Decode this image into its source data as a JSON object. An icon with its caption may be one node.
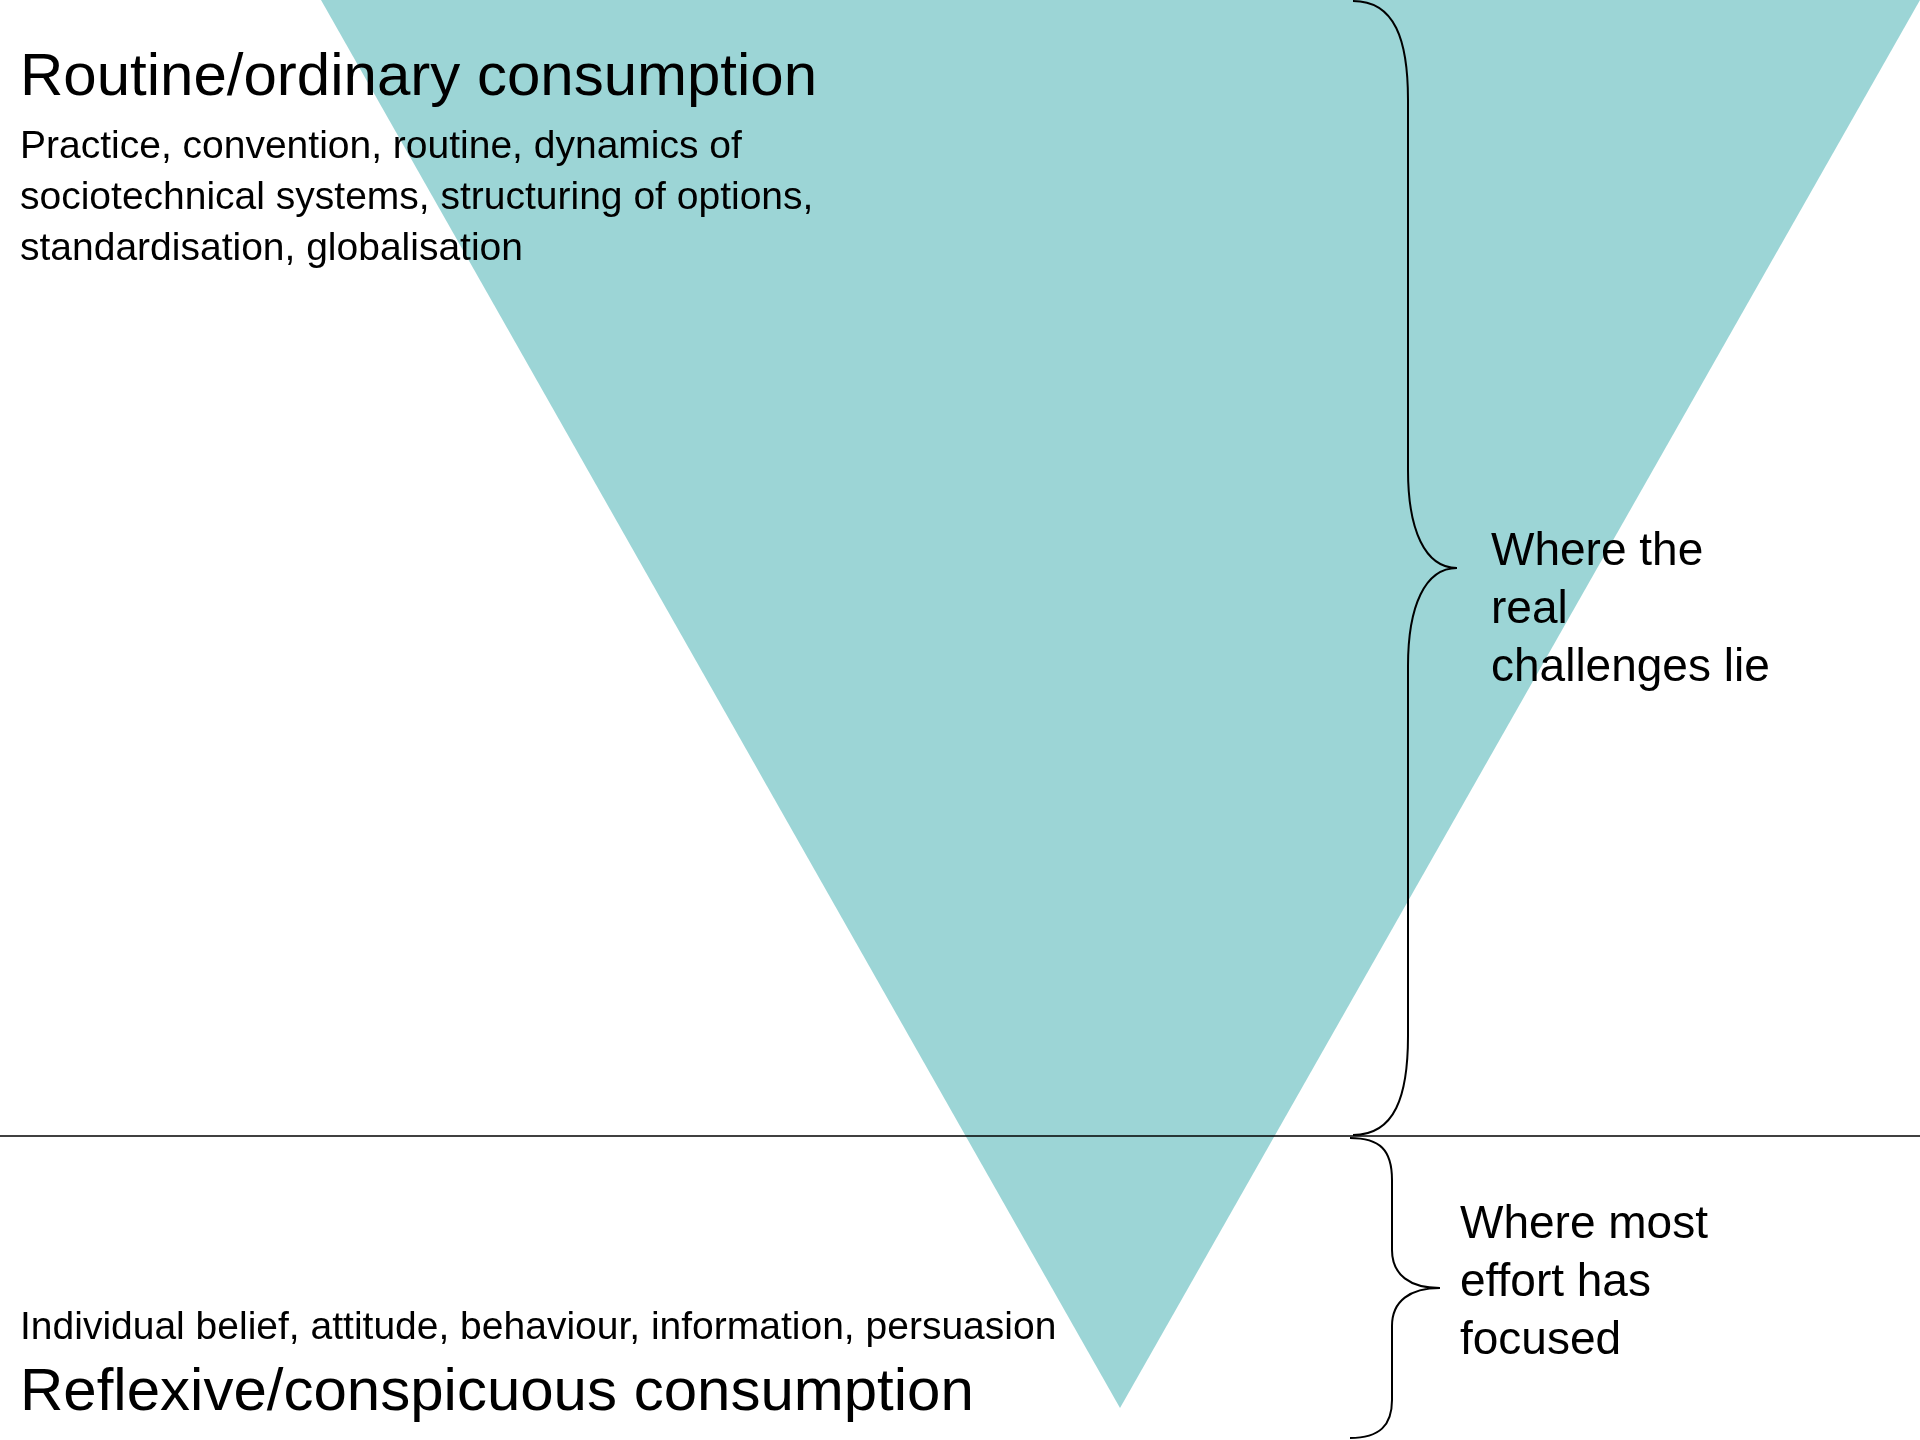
{
  "diagram": {
    "labels": [
      "Routine/ordinary consumption",
      "Practice, convention, routine, dynamics of sociotechnical systems, structuring of options, standardisation, globalisation",
      "Where the real challenges lie",
      "Where most effort has focused",
      "Individual belief, attitude, behaviour, information, persuasion",
      "Reflexive/conspicuous consumption"
    ]
  }
}
